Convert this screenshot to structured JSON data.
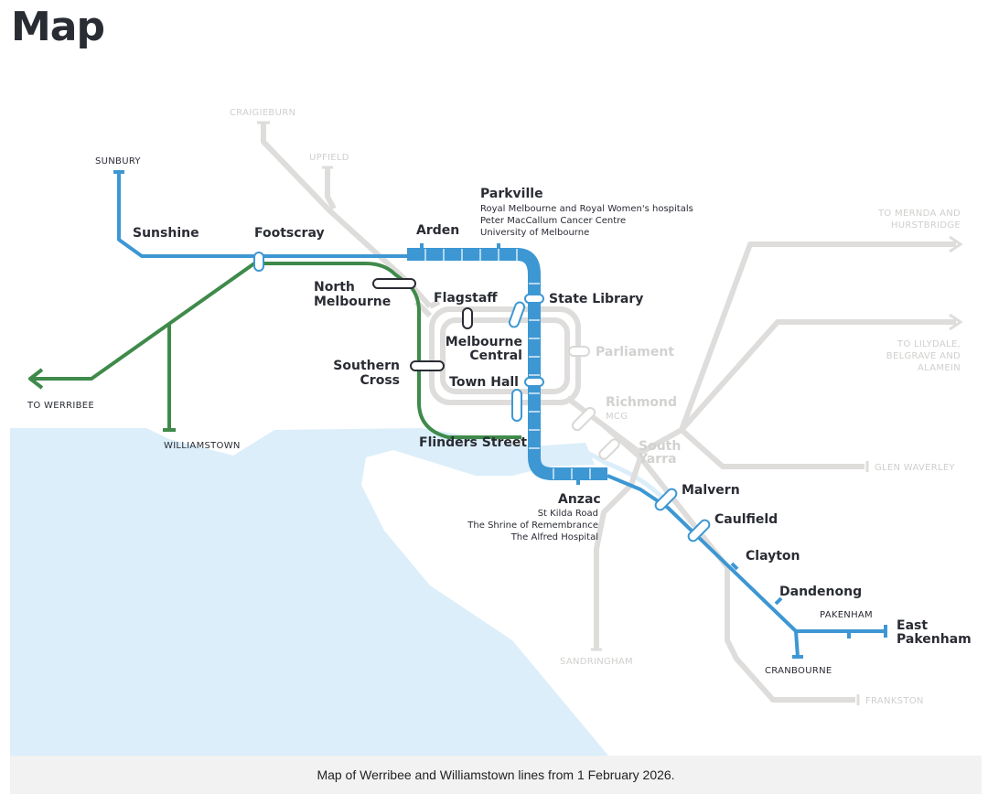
{
  "page_title": "Map",
  "caption": "Map of Werribee and Williamstown lines from 1 February 2026.",
  "colors": {
    "water": "#dbeefa",
    "metro_tunnel": "#3d97d3",
    "werribee_line": "#3f8a4b",
    "other_lines": "#dedddb",
    "station_outline": "#2a2c34"
  },
  "stations": {
    "parkville": "Parkville",
    "parkville_notes": [
      "Royal Melbourne and Royal Women's hospitals",
      "Peter MacCallum Cancer Centre",
      "University of Melbourne"
    ],
    "arden": "Arden",
    "footscray": "Footscray",
    "sunshine": "Sunshine",
    "north_melbourne": [
      "North",
      "Melbourne"
    ],
    "flagstaff": "Flagstaff",
    "state_library": "State Library",
    "melbourne_central": [
      "Melbourne",
      "Central"
    ],
    "parliament": "Parliament",
    "southern_cross": [
      "Southern",
      "Cross"
    ],
    "town_hall": "Town Hall",
    "richmond": "Richmond",
    "mcg": "MCG",
    "south_yarra": [
      "South",
      "Yarra"
    ],
    "flinders_street": "Flinders Street",
    "anzac": "Anzac",
    "anzac_notes": [
      "St Kilda Road",
      "The Shrine of Remembrance",
      "The Alfred Hospital"
    ],
    "malvern": "Malvern",
    "caulfield": "Caulfield",
    "clayton": "Clayton",
    "dandenong": "Dandenong",
    "east_pakenham": [
      "East",
      "Pakenham"
    ]
  },
  "termini": {
    "sunbury": "SUNBURY",
    "craigieburn": "CRAIGIEBURN",
    "upfield": "UPFIELD",
    "mernda": [
      "TO MERNDA AND",
      "HURSTBRIDGE"
    ],
    "lilydale": [
      "TO LILYDALE,",
      "BELGRAVE AND",
      "ALAMEIN"
    ],
    "glen_waverley": "GLEN WAVERLEY",
    "werribee": "TO WERRIBEE",
    "williamstown": "WILLIAMSTOWN",
    "pakenham": "PAKENHAM",
    "cranbourne": "CRANBOURNE",
    "frankston": "FRANKSTON",
    "sandringham": "SANDRINGHAM"
  }
}
